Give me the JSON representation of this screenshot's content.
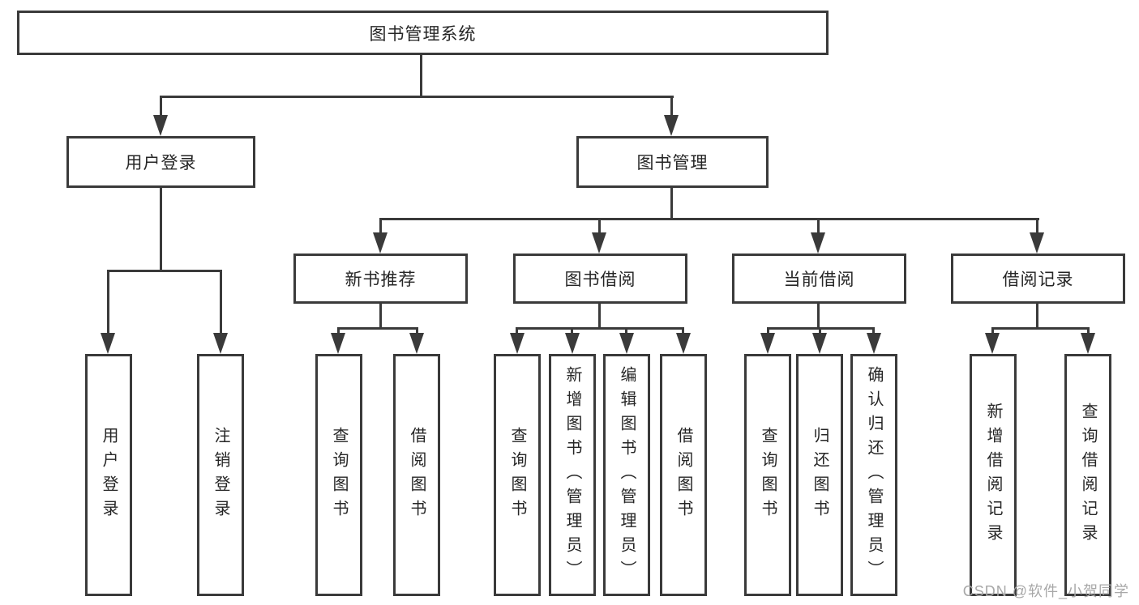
{
  "diagram": {
    "title": "图书管理系统",
    "root": {
      "label": "图书管理系统"
    },
    "level2": [
      {
        "label": "用户登录",
        "children": [
          {
            "label": "用户登录"
          },
          {
            "label": "注销登录"
          }
        ]
      },
      {
        "label": "图书管理",
        "children": [
          {
            "label": "新书推荐",
            "children": [
              {
                "label": "查询图书"
              },
              {
                "label": "借阅图书"
              }
            ]
          },
          {
            "label": "图书借阅",
            "children": [
              {
                "label": "查询图书"
              },
              {
                "label": "新增图书（管理员）"
              },
              {
                "label": "编辑图书（管理员）"
              },
              {
                "label": "借阅图书"
              }
            ]
          },
          {
            "label": "当前借阅",
            "children": [
              {
                "label": "查询图书"
              },
              {
                "label": "归还图书"
              },
              {
                "label": "确认归还（管理员）"
              }
            ]
          },
          {
            "label": "借阅记录",
            "children": [
              {
                "label": "新增借阅记录"
              },
              {
                "label": "查询借阅记录"
              }
            ]
          }
        ]
      }
    ]
  },
  "watermark": {
    "text": "CSDN @软件_小贺同学"
  },
  "colors": {
    "line": "#3a3a3a",
    "text": "#262626",
    "watermark": "#a8a8a8",
    "background": "#ffffff"
  }
}
